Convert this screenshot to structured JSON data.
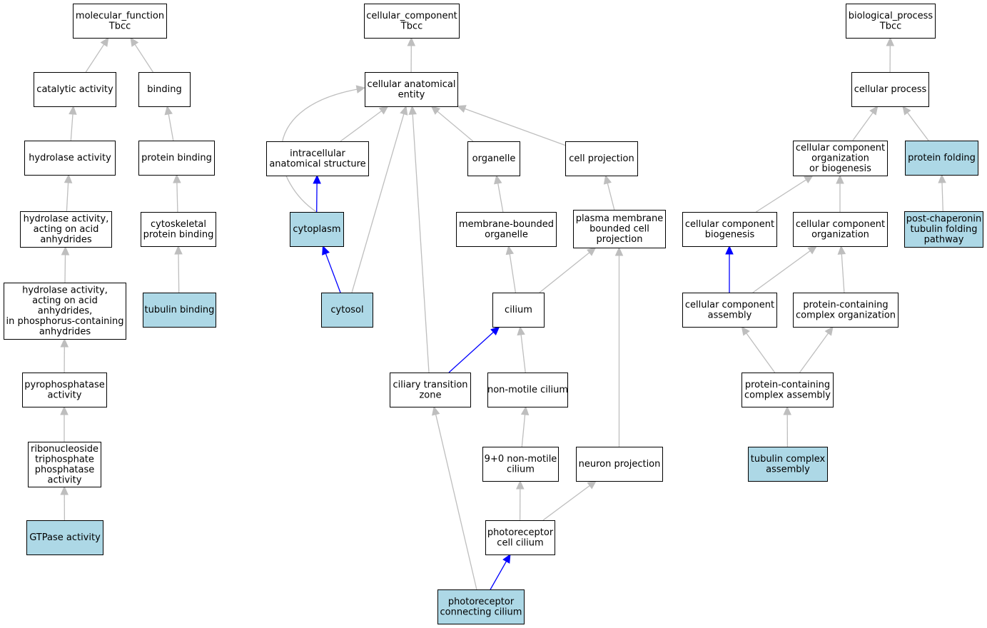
{
  "colors": {
    "highlight_fill": "#add8e6",
    "plain_fill": "#ffffff",
    "gray_edge": "#bebebe",
    "blue_edge": "#0000ff"
  },
  "nodes": {
    "mf": {
      "lines": [
        "molecular_function",
        "Tbcc"
      ]
    },
    "catalytic": {
      "lines": [
        "catalytic activity"
      ]
    },
    "binding": {
      "lines": [
        "binding"
      ]
    },
    "hydrolase": {
      "lines": [
        "hydrolase activity"
      ]
    },
    "protbind": {
      "lines": [
        "protein binding"
      ]
    },
    "hydroacid": {
      "lines": [
        "hydrolase activity,",
        "acting on acid",
        "anhydrides"
      ]
    },
    "cytoskel": {
      "lines": [
        "cytoskeletal",
        "protein binding"
      ]
    },
    "hydrophos": {
      "lines": [
        "hydrolase activity,",
        "acting on acid",
        "anhydrides,",
        "in phosphorus-containing",
        "anhydrides"
      ]
    },
    "tubbind": {
      "lines": [
        "tubulin binding"
      ]
    },
    "pyro": {
      "lines": [
        "pyrophosphatase",
        "activity"
      ]
    },
    "ribo": {
      "lines": [
        "ribonucleoside",
        "triphosphate",
        "phosphatase",
        "activity"
      ]
    },
    "gtpase": {
      "lines": [
        "GTPase activity"
      ]
    },
    "cc": {
      "lines": [
        "cellular_component",
        "Tbcc"
      ]
    },
    "cae": {
      "lines": [
        "cellular anatomical",
        "entity"
      ]
    },
    "intra": {
      "lines": [
        "intracellular",
        "anatomical structure"
      ]
    },
    "organelle": {
      "lines": [
        "organelle"
      ]
    },
    "cellproj": {
      "lines": [
        "cell projection"
      ]
    },
    "cytoplasm": {
      "lines": [
        "cytoplasm"
      ]
    },
    "membrane": {
      "lines": [
        "membrane-bounded",
        "organelle"
      ]
    },
    "plasma": {
      "lines": [
        "plasma membrane",
        "bounded cell",
        "projection"
      ]
    },
    "cytosol": {
      "lines": [
        "cytosol"
      ]
    },
    "cilium": {
      "lines": [
        "cilium"
      ]
    },
    "ciliary": {
      "lines": [
        "ciliary transition",
        "zone"
      ]
    },
    "nonmotile": {
      "lines": [
        "non-motile cilium"
      ]
    },
    "nine": {
      "lines": [
        "9+0 non-motile",
        "cilium"
      ]
    },
    "neuron": {
      "lines": [
        "neuron projection"
      ]
    },
    "photocil": {
      "lines": [
        "photoreceptor",
        "cell cilium"
      ]
    },
    "photoconn": {
      "lines": [
        "photoreceptor",
        "connecting cilium"
      ]
    },
    "bp": {
      "lines": [
        "biological_process",
        "Tbcc"
      ]
    },
    "cellproc": {
      "lines": [
        "cellular process"
      ]
    },
    "ccorgbio": {
      "lines": [
        "cellular component",
        "organization",
        "or biogenesis"
      ]
    },
    "protfold": {
      "lines": [
        "protein folding"
      ]
    },
    "ccbio": {
      "lines": [
        "cellular component",
        "biogenesis"
      ]
    },
    "ccorg": {
      "lines": [
        "cellular component",
        "organization"
      ]
    },
    "postchap": {
      "lines": [
        "post-chaperonin",
        "tubulin folding",
        "pathway"
      ]
    },
    "ccasm": {
      "lines": [
        "cellular component",
        "assembly"
      ]
    },
    "pcorg": {
      "lines": [
        "protein-containing",
        "complex organization"
      ]
    },
    "pcasm": {
      "lines": [
        "protein-containing",
        "complex assembly"
      ]
    },
    "tubasm": {
      "lines": [
        "tubulin complex",
        "assembly"
      ]
    }
  },
  "highlighted": [
    "tubbind",
    "gtpase",
    "cytoplasm",
    "cytosol",
    "photoconn",
    "protfold",
    "postchap",
    "tubasm"
  ],
  "edges": [
    {
      "from": "catalytic",
      "to": "mf",
      "color": "gray"
    },
    {
      "from": "binding",
      "to": "mf",
      "color": "gray"
    },
    {
      "from": "hydrolase",
      "to": "catalytic",
      "color": "gray"
    },
    {
      "from": "protbind",
      "to": "binding",
      "color": "gray"
    },
    {
      "from": "hydroacid",
      "to": "hydrolase",
      "color": "gray"
    },
    {
      "from": "cytoskel",
      "to": "protbind",
      "color": "gray"
    },
    {
      "from": "hydrophos",
      "to": "hydroacid",
      "color": "gray"
    },
    {
      "from": "tubbind",
      "to": "cytoskel",
      "color": "gray"
    },
    {
      "from": "pyro",
      "to": "hydrophos",
      "color": "gray"
    },
    {
      "from": "ribo",
      "to": "pyro",
      "color": "gray"
    },
    {
      "from": "gtpase",
      "to": "ribo",
      "color": "gray"
    },
    {
      "from": "cae",
      "to": "cc",
      "color": "gray"
    },
    {
      "from": "intra",
      "to": "cae",
      "color": "gray"
    },
    {
      "from": "organelle",
      "to": "cae",
      "color": "gray"
    },
    {
      "from": "cellproj",
      "to": "cae",
      "color": "gray"
    },
    {
      "from": "cytoplasm",
      "to": "cae",
      "color": "gray",
      "curve": true
    },
    {
      "from": "cytoplasm",
      "to": "intra",
      "color": "blue"
    },
    {
      "from": "membrane",
      "to": "organelle",
      "color": "gray"
    },
    {
      "from": "plasma",
      "to": "cellproj",
      "color": "gray"
    },
    {
      "from": "cytosol",
      "to": "cytoplasm",
      "color": "blue"
    },
    {
      "from": "cytosol",
      "to": "cae",
      "color": "gray"
    },
    {
      "from": "cilium",
      "to": "membrane",
      "color": "gray"
    },
    {
      "from": "cilium",
      "to": "plasma",
      "color": "gray"
    },
    {
      "from": "ciliary",
      "to": "cilium",
      "color": "blue"
    },
    {
      "from": "ciliary",
      "to": "cae",
      "color": "gray"
    },
    {
      "from": "nonmotile",
      "to": "cilium",
      "color": "gray"
    },
    {
      "from": "nine",
      "to": "nonmotile",
      "color": "gray"
    },
    {
      "from": "neuron",
      "to": "plasma",
      "color": "gray"
    },
    {
      "from": "photocil",
      "to": "nine",
      "color": "gray"
    },
    {
      "from": "photocil",
      "to": "neuron",
      "color": "gray"
    },
    {
      "from": "photoconn",
      "to": "photocil",
      "color": "blue"
    },
    {
      "from": "photoconn",
      "to": "ciliary",
      "color": "gray"
    },
    {
      "from": "cellproc",
      "to": "bp",
      "color": "gray"
    },
    {
      "from": "ccorgbio",
      "to": "cellproc",
      "color": "gray"
    },
    {
      "from": "protfold",
      "to": "cellproc",
      "color": "gray"
    },
    {
      "from": "ccbio",
      "to": "ccorgbio",
      "color": "gray"
    },
    {
      "from": "ccorg",
      "to": "ccorgbio",
      "color": "gray"
    },
    {
      "from": "postchap",
      "to": "protfold",
      "color": "gray"
    },
    {
      "from": "ccasm",
      "to": "ccbio",
      "color": "blue"
    },
    {
      "from": "ccasm",
      "to": "ccorg",
      "color": "gray"
    },
    {
      "from": "pcorg",
      "to": "ccorg",
      "color": "gray"
    },
    {
      "from": "pcasm",
      "to": "ccasm",
      "color": "gray"
    },
    {
      "from": "pcasm",
      "to": "pcorg",
      "color": "gray"
    },
    {
      "from": "tubasm",
      "to": "pcasm",
      "color": "gray"
    }
  ]
}
